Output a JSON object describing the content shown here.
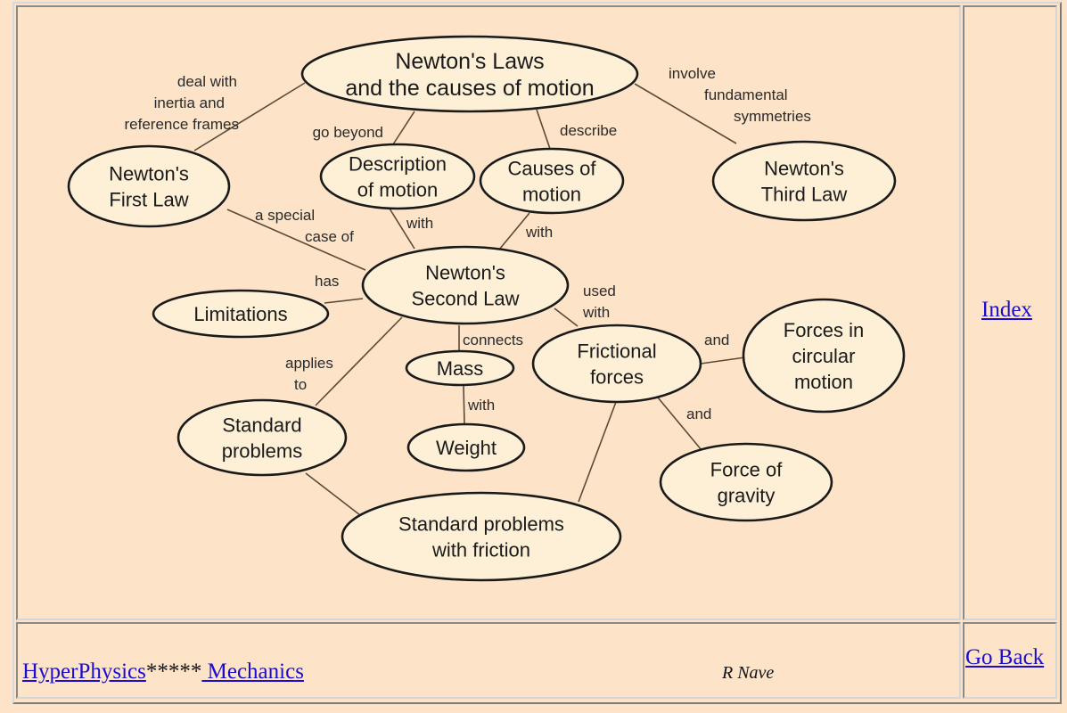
{
  "diagram": {
    "nodes": [
      {
        "id": "laws",
        "lines": [
          "Newton's Laws",
          "and the causes of motion"
        ]
      },
      {
        "id": "first",
        "lines": [
          "Newton's",
          "First Law"
        ]
      },
      {
        "id": "description",
        "lines": [
          "Description",
          "of motion"
        ]
      },
      {
        "id": "causes",
        "lines": [
          "Causes of",
          "motion"
        ]
      },
      {
        "id": "third",
        "lines": [
          "Newton's",
          "Third Law"
        ]
      },
      {
        "id": "second",
        "lines": [
          "Newton's",
          "Second Law"
        ]
      },
      {
        "id": "limitations",
        "lines": [
          "Limitations"
        ]
      },
      {
        "id": "mass",
        "lines": [
          "Mass"
        ]
      },
      {
        "id": "weight",
        "lines": [
          "Weight"
        ]
      },
      {
        "id": "frictional",
        "lines": [
          "Frictional",
          "forces"
        ]
      },
      {
        "id": "circular",
        "lines": [
          "Forces in",
          "circular",
          "motion"
        ]
      },
      {
        "id": "standard",
        "lines": [
          "Standard",
          "problems"
        ]
      },
      {
        "id": "gravity",
        "lines": [
          "Force of",
          "gravity"
        ]
      },
      {
        "id": "friction-problems",
        "lines": [
          "Standard problems",
          "with friction"
        ]
      }
    ],
    "link_labels": [
      {
        "id": "deal-with",
        "lines": [
          "deal with",
          "inertia and",
          "reference frames"
        ]
      },
      {
        "id": "involve",
        "lines": [
          "involve",
          "fundamental",
          "symmetries"
        ]
      },
      {
        "id": "go-beyond",
        "lines": [
          "go beyond"
        ]
      },
      {
        "id": "describe",
        "lines": [
          "describe"
        ]
      },
      {
        "id": "special-case",
        "lines": [
          "a special",
          "case of"
        ]
      },
      {
        "id": "with-1",
        "lines": [
          "with"
        ]
      },
      {
        "id": "with-2",
        "lines": [
          "with"
        ]
      },
      {
        "id": "has",
        "lines": [
          "has"
        ]
      },
      {
        "id": "used-with",
        "lines": [
          "used",
          "with"
        ]
      },
      {
        "id": "connects",
        "lines": [
          "connects"
        ]
      },
      {
        "id": "applies-to",
        "lines": [
          "applies",
          "to"
        ]
      },
      {
        "id": "with-3",
        "lines": [
          "with"
        ]
      },
      {
        "id": "and-1",
        "lines": [
          "and"
        ]
      },
      {
        "id": "and-2",
        "lines": [
          "and"
        ]
      }
    ]
  },
  "nav": {
    "index": "Index",
    "go_back": "Go Back",
    "hyperphysics": "HyperPhysics",
    "stars": "*****",
    "mechanics": " Mechanics",
    "author": "R Nave"
  },
  "colors": {
    "background": "#fde4c9",
    "node_fill": "#fdf0d6",
    "link": "#1a0dcc"
  }
}
